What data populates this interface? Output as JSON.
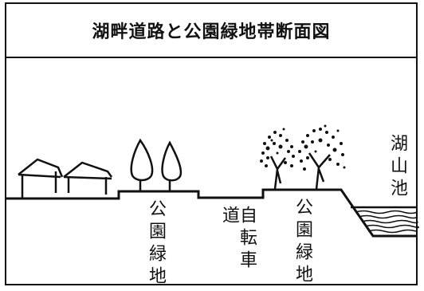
{
  "title": "湖畔道路と公園緑地帯断面図",
  "labels": {
    "park_green_left": "公園緑地",
    "bicycle_road": "自転車道",
    "park_green_right": "公園緑地",
    "lake": "湖山池"
  }
}
